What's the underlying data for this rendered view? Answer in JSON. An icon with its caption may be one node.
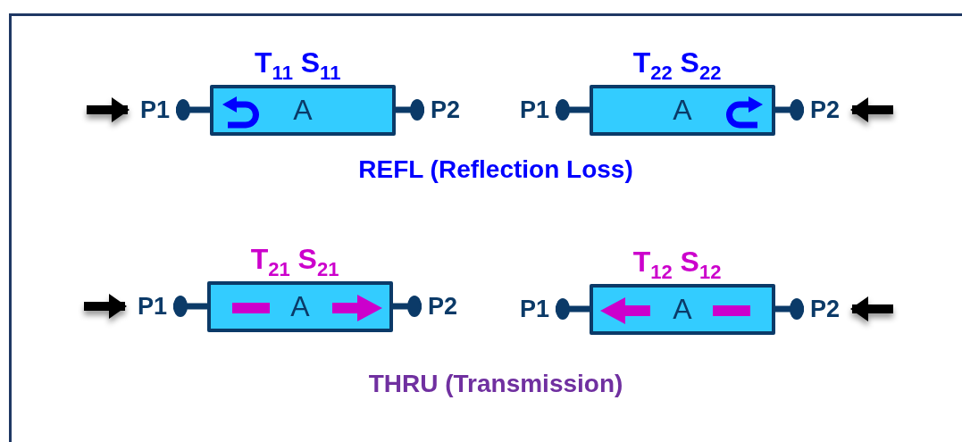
{
  "diagram": {
    "nodes": [
      {
        "text": [
          "P1"
        ]
      },
      {
        "text": [
          "T$_{11}$ S$_{11}$",
          "A"
        ]
      },
      {
        "text": [
          "P2"
        ]
      },
      {
        "text": [
          "P1"
        ]
      },
      {
        "text": [
          "T$_{22}$ S$_{22}$",
          "A"
        ]
      },
      {
        "text": [
          "P2"
        ]
      },
      {
        "text": [
          "P1"
        ]
      },
      {
        "text": [
          "T$_{21}$ S$_{21}$",
          "A"
        ]
      },
      {
        "text": [
          "P2"
        ]
      },
      {
        "text": [
          "P1"
        ]
      },
      {
        "text": [
          "T$_{12}$ S$_{12}$",
          "A"
        ]
      },
      {
        "text": [
          "P2"
        ]
      }
    ],
    "edges": [
      {
        "from": null,
        "to": 0,
        "arrow": "to",
        "color": "#000000"
      },
      {
        "from": null,
        "to": 5,
        "arrow": "to",
        "color": "#000000"
      },
      {
        "from": null,
        "to": 6,
        "arrow": "to",
        "color": "#000000"
      },
      {
        "from": null,
        "to": 11,
        "arrow": "to",
        "color": "#000000"
      },
      {
        "from": 0,
        "to": 1,
        "arrow": "other"
      },
      {
        "from": 2,
        "to": 1,
        "arrow": "other"
      },
      {
        "from": 3,
        "to": 4,
        "arrow": "other"
      },
      {
        "from": 5,
        "to": 4,
        "arrow": "other"
      },
      {
        "from": 6,
        "to": 7,
        "arrow": "other"
      },
      {
        "from": 8,
        "to": 7,
        "arrow": "other"
      },
      {
        "from": 9,
        "to": 10,
        "arrow": "other"
      },
      {
        "from": 11,
        "to": 10,
        "arrow": "other"
      }
    ],
    "labels": [
      "REFL (Reflection Loss)",
      "THRU (Transmission)"
    ]
  }
}
